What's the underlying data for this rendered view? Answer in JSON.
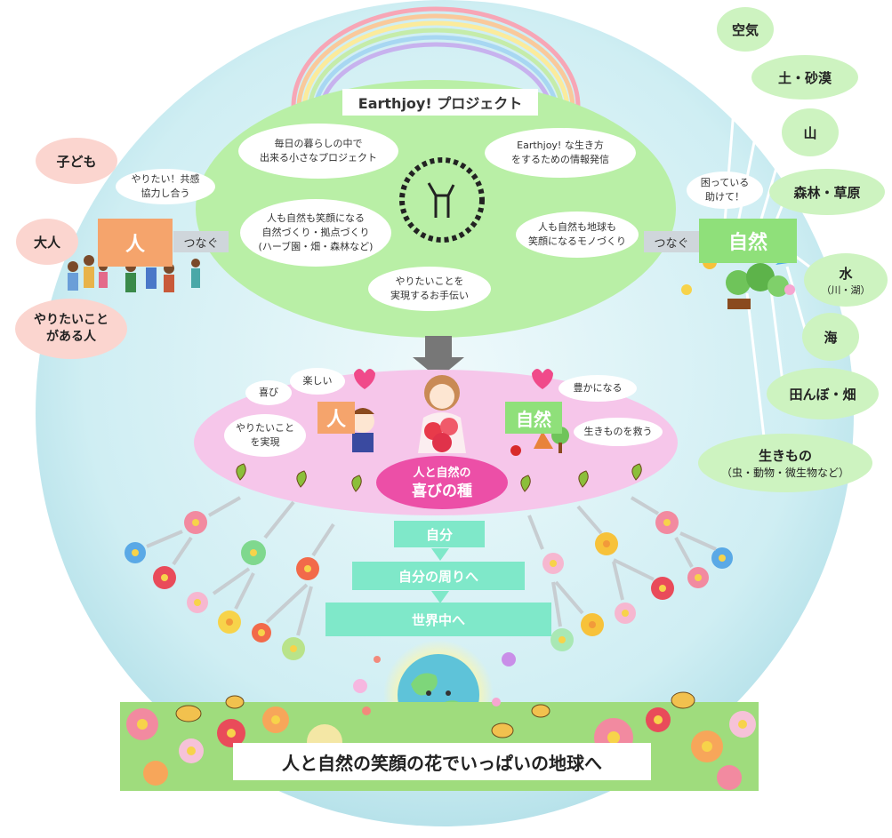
{
  "project": {
    "title": "Earthjoy! プロジェクト",
    "bubbles": [
      "毎日の暮らしの中で\n出来る小さなプロジェクト",
      "Earthjoy! な生き方\nをするための情報発信",
      "人も自然も笑顔になる\n自然づくり・拠点づくり\n(ハーブ園・畑・森林など)",
      "人も自然も地球も\n笑顔になるモノづくり",
      "やりたいことを\n実現するお手伝い"
    ]
  },
  "people": {
    "main_label": "人",
    "connect_label": "つなぐ",
    "speech": "やりたい！共感\n協力し合う",
    "groups": [
      "子ども",
      "大人",
      "やりたいこと\nがある人"
    ]
  },
  "nature": {
    "main_label": "自然",
    "connect_label": "つなぐ",
    "speech": "困っている\n助けて！",
    "items": [
      {
        "label": "空気",
        "sub": ""
      },
      {
        "label": "土・砂漠",
        "sub": ""
      },
      {
        "label": "山",
        "sub": ""
      },
      {
        "label": "森林・草原",
        "sub": ""
      },
      {
        "label": "水",
        "sub": "（川・湖）"
      },
      {
        "label": "海",
        "sub": ""
      },
      {
        "label": "田んぼ・畑",
        "sub": ""
      },
      {
        "label": "生きもの",
        "sub": "（虫・動物・微生物など）"
      }
    ]
  },
  "joy": {
    "person_label": "人",
    "nature_label": "自然",
    "person_bubbles": [
      "楽しい",
      "喜び",
      "やりたいこと\nを実現"
    ],
    "nature_bubbles": [
      "豊かになる",
      "生きものを救う"
    ],
    "seed_line1": "人と自然の",
    "seed_line2": "喜びの種"
  },
  "flow": [
    "自分",
    "自分の周りへ",
    "世界中へ"
  ],
  "footer": "人と自然の笑顔の花でいっぱいの地球へ",
  "colors": {
    "globe": "#d3eef3",
    "project_green": "#b9efa6",
    "nature_green": "#cdf3c0",
    "people_orange": "#f5a46c",
    "people_pink": "#fbd5cf",
    "joy_pink": "#f6c6ea",
    "seed_magenta": "#ec4fa7",
    "flow_mint": "#7fe8c9",
    "arrow_gray": "#777777"
  }
}
